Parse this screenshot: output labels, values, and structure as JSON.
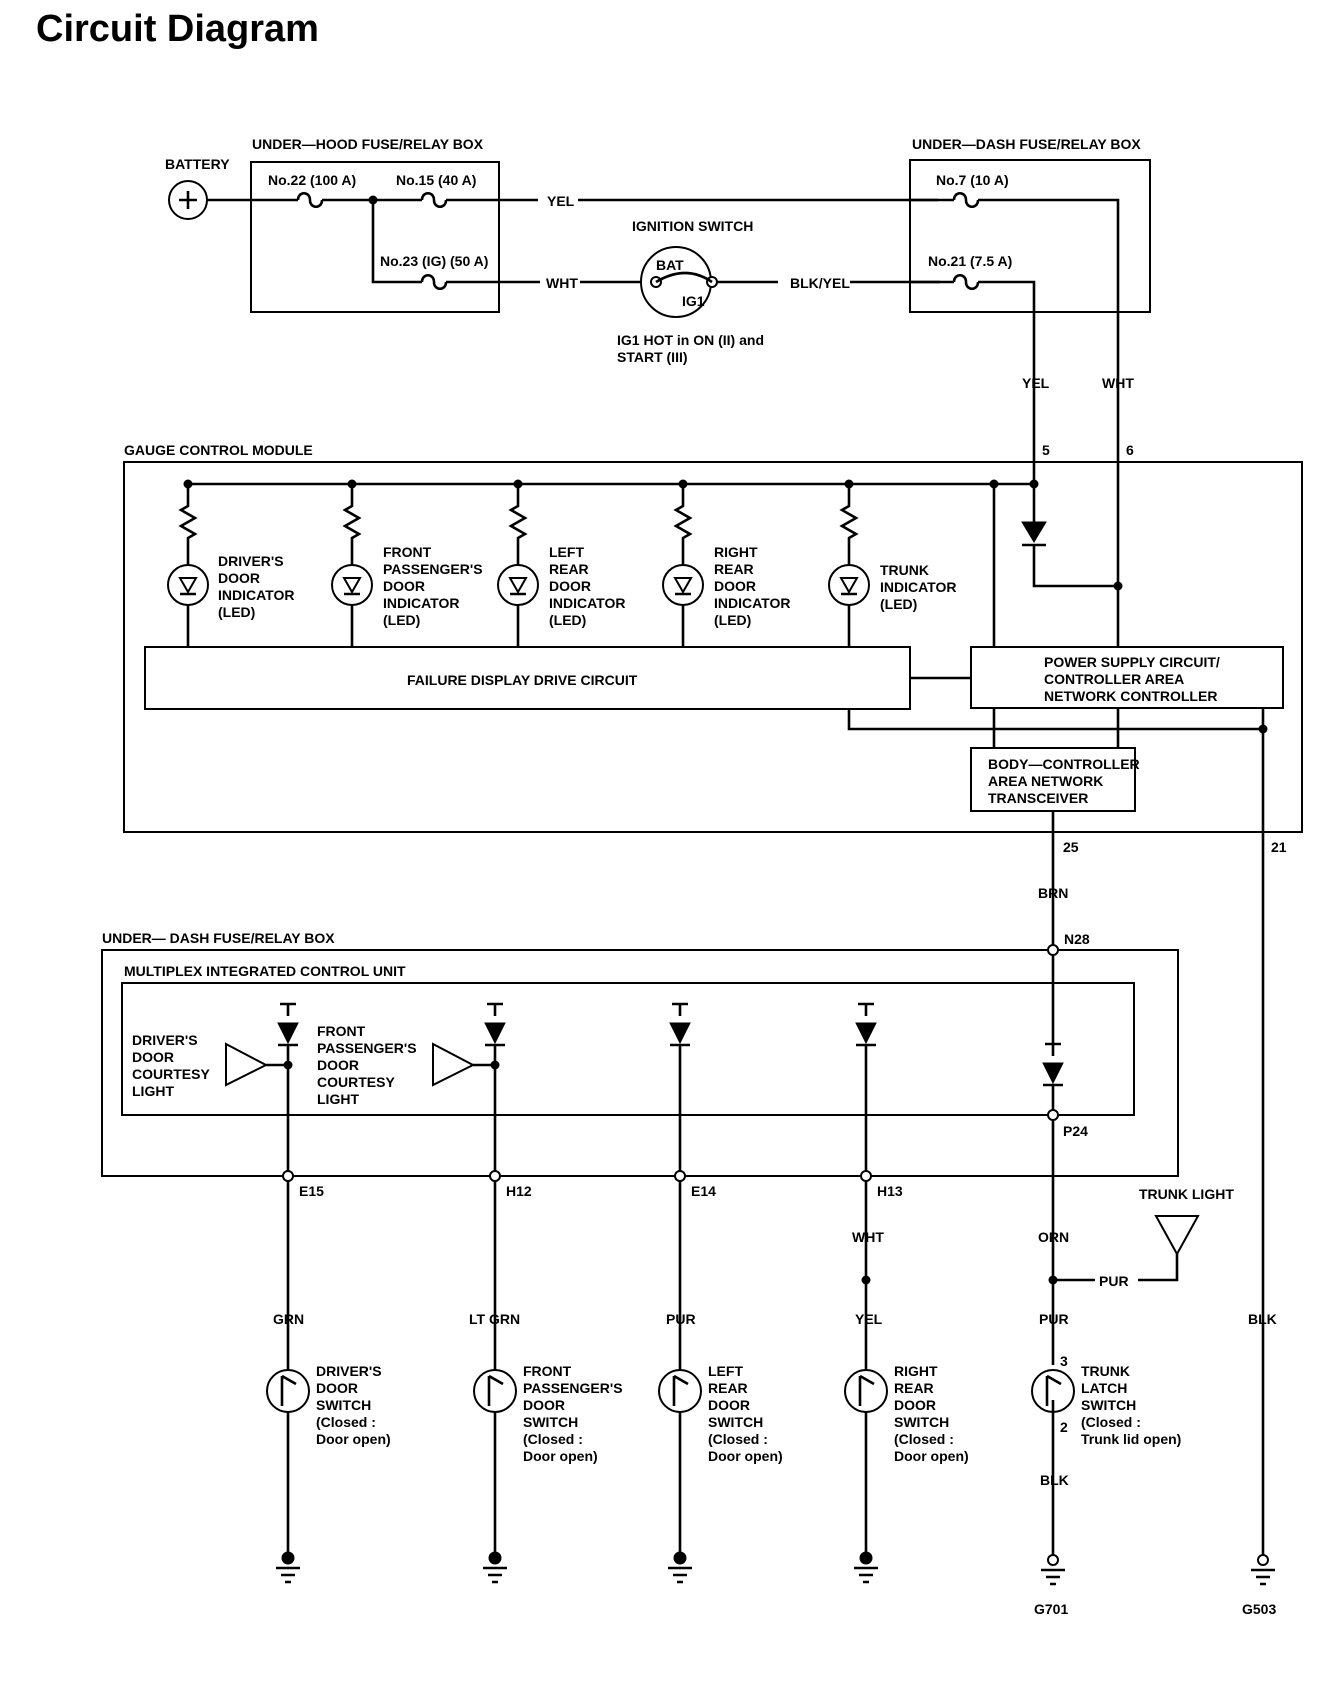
{
  "page": {
    "title": "Circuit Diagram"
  },
  "labels": {
    "battery": "BATTERY",
    "underhood_box": "UNDER—HOOD FUSE/RELAY BOX",
    "underdash_box_top": "UNDER—DASH FUSE/RELAY BOX",
    "fuse_22": "No.22 (100 A)",
    "fuse_15": "No.15 (40 A)",
    "fuse_23": "No.23 (IG) (50 A)",
    "fuse_7": "No.7 (10 A)",
    "fuse_21": "No.21 (7.5 A)",
    "ignition_switch": "IGNITION SWITCH",
    "bat": "BAT",
    "ig1": "IG1",
    "ig1_note_1": "IG1 HOT in ON (II) and",
    "ig1_note_2": "START (III)",
    "gauge_module": "GAUGE CONTROL MODULE",
    "failure_circuit": "FAILURE DISPLAY DRIVE CIRCUIT",
    "power_supply_1": "POWER SUPPLY CIRCUIT/",
    "power_supply_2": "CONTROLLER AREA",
    "power_supply_3": "NETWORK CONTROLLER",
    "bcan_1": "BODY—CONTROLLER",
    "bcan_2": "AREA NETWORK",
    "bcan_3": "TRANSCEIVER",
    "underdash_box_bottom": "UNDER— DASH FUSE/RELAY BOX",
    "micu": "MULTIPLEX INTEGRATED CONTROL UNIT",
    "trunk_light": "TRUNK LIGHT",
    "g701": "G701",
    "g503": "G503"
  },
  "wire_colors": {
    "yel_top": "YEL",
    "wht_top": "WHT",
    "blk_yel": "BLK/YEL",
    "yel_down": "YEL",
    "wht_down": "WHT",
    "brn": "BRN",
    "grn": "GRN",
    "lt_grn": "LT GRN",
    "pur_left": "PUR",
    "wht_h13": "WHT",
    "yel_h13": "YEL",
    "orn": "ORN",
    "pur_trunk": "PUR",
    "pur_latch": "PUR",
    "blk_latch": "BLK",
    "blk_right": "BLK"
  },
  "terminals": {
    "t5": "5",
    "t6": "6",
    "t25": "25",
    "t21": "21",
    "n28": "N28",
    "p24": "P24",
    "e15": "E15",
    "h12": "H12",
    "e14": "E14",
    "h13": "H13",
    "latch_3": "3",
    "latch_2": "2"
  },
  "indicators": [
    {
      "lines": [
        "DRIVER'S",
        "DOOR",
        "INDICATOR",
        "(LED)"
      ]
    },
    {
      "lines": [
        "FRONT",
        "PASSENGER'S",
        "DOOR",
        "INDICATOR",
        "(LED)"
      ]
    },
    {
      "lines": [
        "LEFT",
        "REAR",
        "DOOR",
        "INDICATOR",
        "(LED)"
      ]
    },
    {
      "lines": [
        "RIGHT",
        "REAR",
        "DOOR",
        "INDICATOR",
        "(LED)"
      ]
    },
    {
      "lines": [
        "TRUNK",
        "INDICATOR",
        "(LED)"
      ]
    }
  ],
  "courtesy_lights": [
    {
      "lines": [
        "DRIVER'S",
        "DOOR",
        "COURTESY",
        "LIGHT"
      ]
    },
    {
      "lines": [
        "FRONT",
        "PASSENGER'S",
        "DOOR",
        "COURTESY",
        "LIGHT"
      ]
    }
  ],
  "switches": [
    {
      "lines": [
        "DRIVER'S",
        "DOOR",
        "SWITCH",
        "(Closed :",
        "Door open)"
      ]
    },
    {
      "lines": [
        "FRONT",
        "PASSENGER'S",
        "DOOR",
        "SWITCH",
        "(Closed :",
        "Door open)"
      ]
    },
    {
      "lines": [
        "LEFT",
        "REAR",
        "DOOR",
        "SWITCH",
        "(Closed :",
        "Door open)"
      ]
    },
    {
      "lines": [
        "RIGHT",
        "REAR",
        "DOOR",
        "SWITCH",
        "(Closed :",
        "Door open)"
      ]
    },
    {
      "lines": [
        "TRUNK",
        "LATCH",
        "SWITCH",
        "(Closed :",
        "Trunk lid open)"
      ]
    }
  ]
}
